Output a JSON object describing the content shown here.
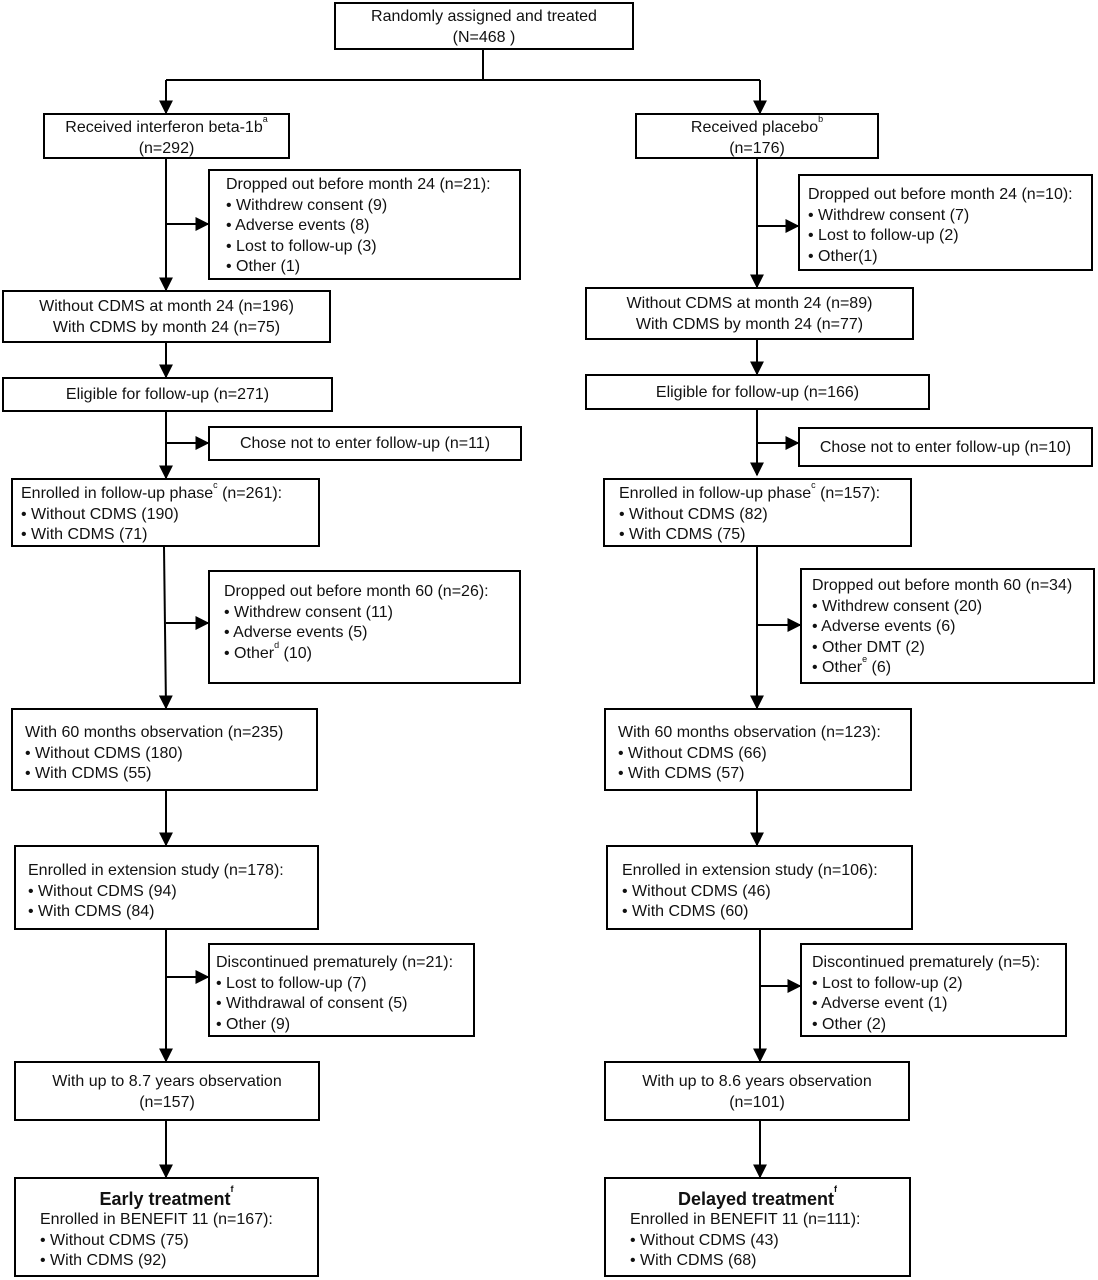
{
  "top": {
    "line1": "Randomly assigned and treated",
    "line2": "(N=468 )"
  },
  "left": {
    "arm": {
      "label": "Received interferon beta-1b",
      "sup": "a",
      "n": "(n=292)"
    },
    "dropout24": {
      "title": "Dropped out before month 24 (n=21):",
      "items": [
        "• Withdrew consent (9)",
        "• Adverse events (8)",
        "• Lost to follow-up (3)",
        "• Other (1)"
      ]
    },
    "month24": {
      "line1": "Without CDMS at month 24 (n=196)",
      "line2": "With CDMS by month 24 (n=75)"
    },
    "eligible": "Eligible for follow-up (n=271)",
    "chose_not": "Chose not to enter follow-up (n=11)",
    "enrolled": {
      "title": "Enrolled in follow-up phase",
      "sup": "c",
      "title_tail": " (n=261):",
      "items": [
        "• Without CDMS (190)",
        "• With CDMS (71)"
      ]
    },
    "dropout60": {
      "title": "Dropped out before month 60 (n=26):",
      "items": [
        "• Withdrew consent (11)",
        "• Adverse events (5)"
      ],
      "other": "• Other",
      "other_sup": "d",
      "other_tail": " (10)"
    },
    "obs60": {
      "title": "With 60 months observation (n=235)",
      "items": [
        "• Without CDMS (180)",
        "• With CDMS (55)"
      ]
    },
    "extension": {
      "title": "Enrolled in extension study (n=178):",
      "items": [
        "• Without CDMS (94)",
        "• With CDMS (84)"
      ]
    },
    "discontinued": {
      "title": "Discontinued prematurely (n=21):",
      "items": [
        "• Lost to follow-up (7)",
        "• Withdrawal of consent (5)",
        "• Other (9)"
      ]
    },
    "upto": {
      "line1": "With up to 8.7 years observation",
      "line2": "(n=157)"
    },
    "final": {
      "title": "Early treatment",
      "sup": "f",
      "line1": "Enrolled in BENEFIT 11 (n=167):",
      "items": [
        "• Without CDMS (75)",
        "• With CDMS (92)"
      ]
    }
  },
  "right": {
    "arm": {
      "label": "Received placebo",
      "sup": "b",
      "n": "(n=176)"
    },
    "dropout24": {
      "title": "Dropped out before month 24 (n=10):",
      "items": [
        "• Withdrew consent (7)",
        "• Lost to follow-up (2)",
        "• Other(1)"
      ]
    },
    "month24": {
      "line1": "Without CDMS at month 24 (n=89)",
      "line2": "With CDMS by month 24 (n=77)"
    },
    "eligible": "Eligible for follow-up (n=166)",
    "chose_not": "Chose not to enter follow-up (n=10)",
    "enrolled": {
      "title": "Enrolled in follow-up phase",
      "sup": "c",
      "title_tail": " (n=157):",
      "items": [
        "• Without CDMS (82)",
        "• With CDMS (75)"
      ]
    },
    "dropout60": {
      "title": "Dropped out before month 60 (n=34)",
      "items": [
        "• Withdrew consent (20)",
        "• Adverse events (6)",
        "• Other DMT (2)"
      ],
      "other": "• Other",
      "other_sup": "e",
      "other_tail": " (6)"
    },
    "obs60": {
      "title": "With 60 months observation (n=123):",
      "items": [
        "• Without CDMS (66)",
        "• With CDMS (57)"
      ]
    },
    "extension": {
      "title": "Enrolled in extension study (n=106):",
      "items": [
        "• Without CDMS (46)",
        "• With CDMS (60)"
      ]
    },
    "discontinued": {
      "title": "Discontinued prematurely (n=5):",
      "items": [
        "• Lost to follow-up (2)",
        "• Adverse event (1)",
        "• Other (2)"
      ]
    },
    "upto": {
      "line1": "With up to 8.6 years observation",
      "line2": "(n=101)"
    },
    "final": {
      "title": "Delayed treatment",
      "sup": "f",
      "line1": "Enrolled in BENEFIT 11 (n=111):",
      "items": [
        "• Without CDMS (43)",
        "• With CDMS (68)"
      ]
    }
  }
}
